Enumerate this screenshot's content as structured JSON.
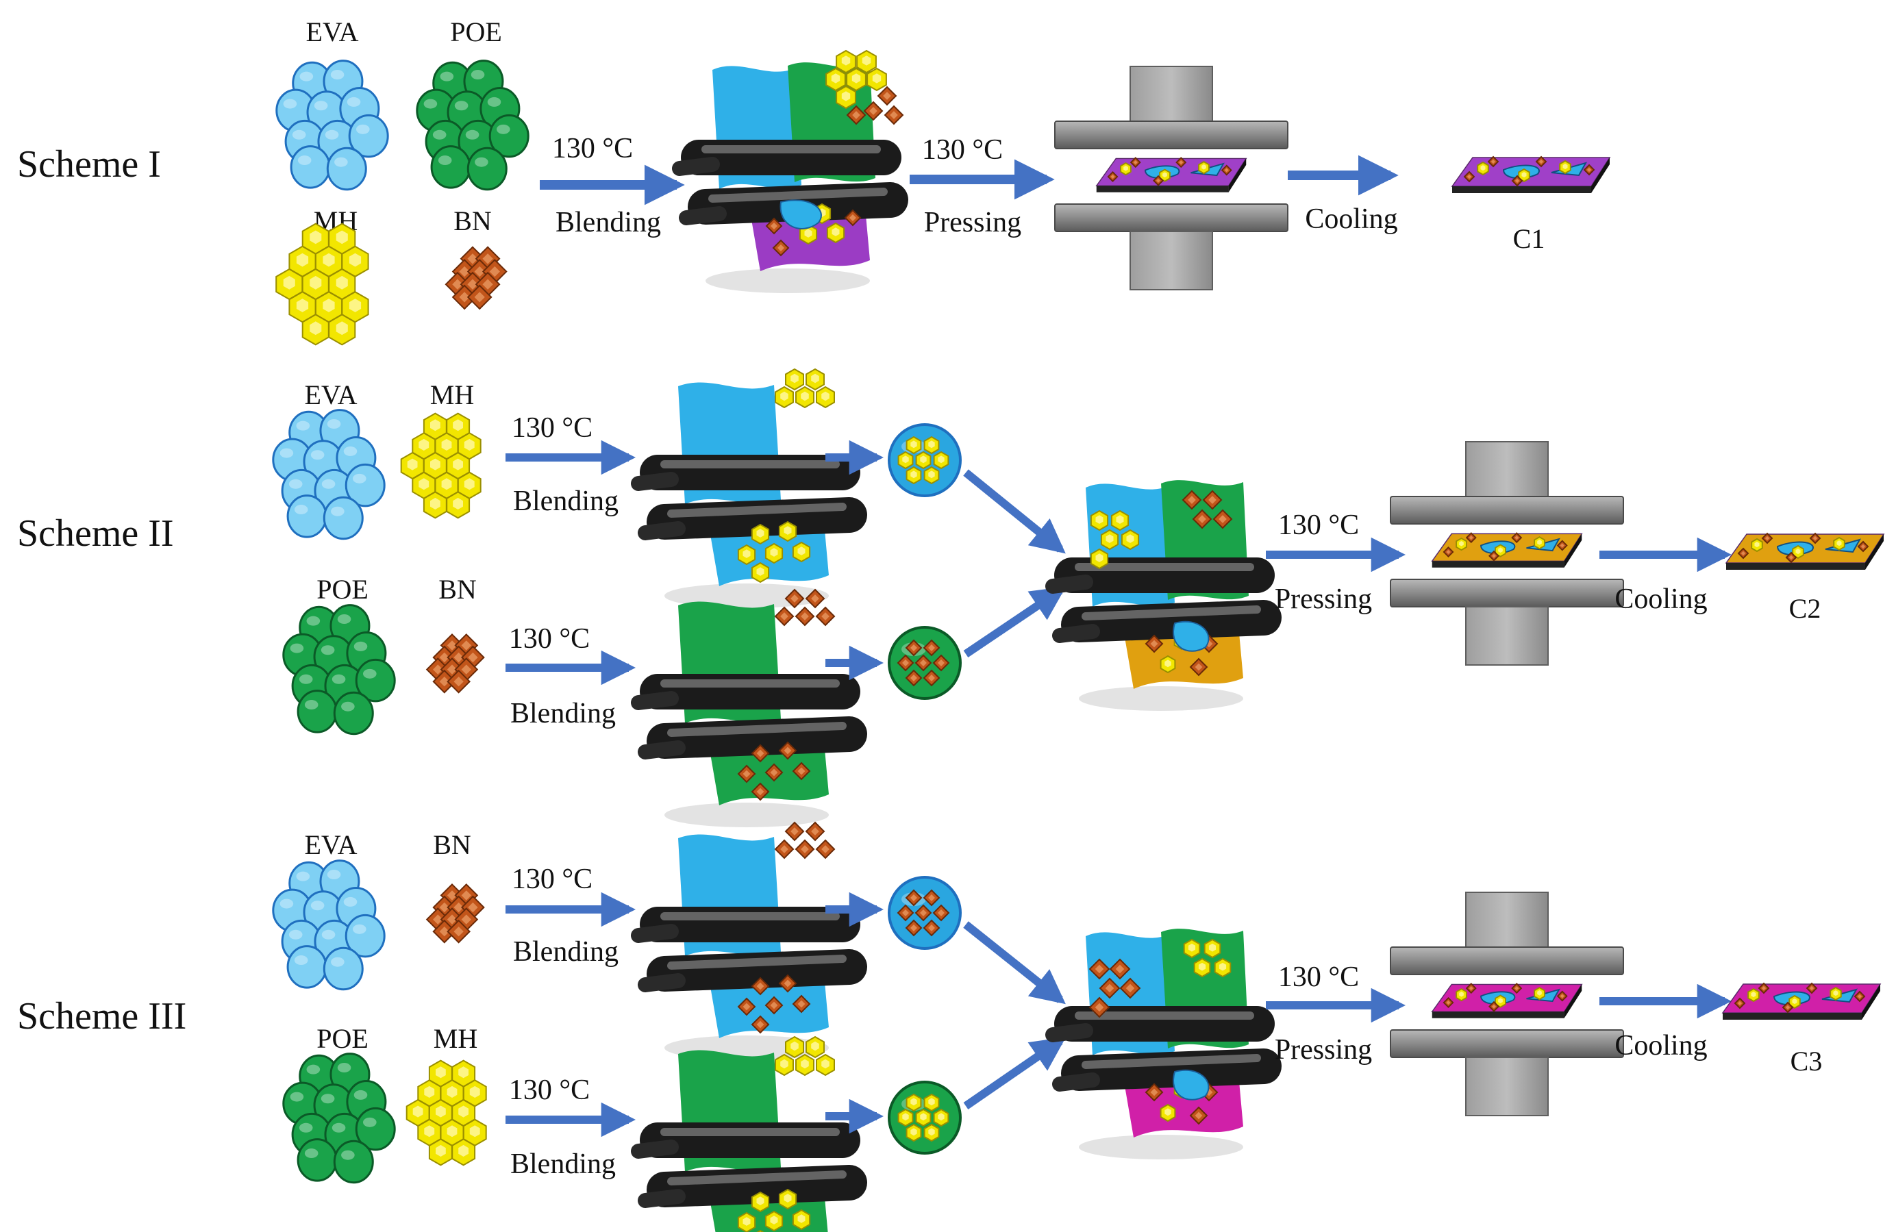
{
  "colors": {
    "eva": "#7fd0f4",
    "eva_stroke": "#1f6fbf",
    "poe": "#1aa34a",
    "poe_stroke": "#0b5a27",
    "mh": "#f2e600",
    "mh_stroke": "#9a8f00",
    "bn": "#c2551a",
    "bn_stroke": "#6a2a08",
    "arrow": "#4472c4",
    "press": "#8c8c8c",
    "c1": "#a040c8",
    "c2": "#e0a010",
    "c3": "#d020a8"
  },
  "icons": [
    "granule-cluster-icon",
    "hexagon-cluster-icon",
    "diamond-cluster-icon",
    "two-roll-mill-icon",
    "hot-press-icon",
    "composite-sheet-icon",
    "masterbatch-icon"
  ],
  "schemes": [
    {
      "name": "Scheme I",
      "materials": [
        "EVA",
        "POE",
        "MH",
        "BN"
      ],
      "blend_temp": "130 °C",
      "blend_label": "Blending",
      "press_temp": "130 °C",
      "press_label": "Pressing",
      "cool_label": "Cooling",
      "product": "C1"
    },
    {
      "name": "Scheme II",
      "materials": [
        "EVA",
        "MH",
        "POE",
        "BN"
      ],
      "blend_temp_1": "130 °C",
      "blend_label_1": "Blending",
      "blend_temp_2": "130 °C",
      "blend_label_2": "Blending",
      "press_temp": "130 °C",
      "press_label": "Pressing",
      "cool_label": "Cooling",
      "product": "C2"
    },
    {
      "name": "Scheme III",
      "materials": [
        "EVA",
        "BN",
        "POE",
        "MH"
      ],
      "blend_temp_1": "130 °C",
      "blend_label_1": "Blending",
      "blend_temp_2": "130 °C",
      "blend_label_2": "Blending",
      "press_temp": "130 °C",
      "press_label": "Pressing",
      "cool_label": "Cooling",
      "product": "C3"
    }
  ]
}
